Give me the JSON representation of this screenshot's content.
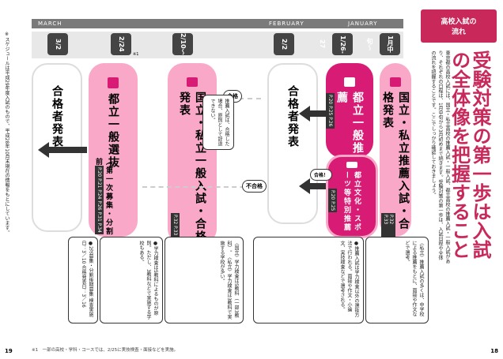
{
  "timeline": {
    "march": "MARCH",
    "february": "FEBRUARY",
    "january": "JANUARY"
  },
  "dates": [
    "3/2",
    "2/24",
    "2/10〜",
    "2/2",
    "1/26-27",
    "1月中旬〜"
  ],
  "date_note": "※1",
  "cards": {
    "pass1": "合格者発表",
    "toritsu_ippan": "都立一般選抜",
    "toritsu_ippan_sub": "（第一次募集・分割前期募集）",
    "shiritsu_ippan": "国立・私立一般入試・合格発表",
    "pass2": "合格者発表",
    "toritsu_suisen": "都立一般推薦",
    "toritsu_bunka": "都立文化・スポーツ等特別推薦",
    "shiritsu_suisen": "国立・私立推薦入試・合格発表"
  },
  "pages": {
    "p_ippan": "P.20 P.21 P.24 P.26 P.31 P.34",
    "p_shiritsu": "P.32 P.33",
    "p_suisen": "P.20 P.25 P.26",
    "p_bunka": "P.20 P.25",
    "p_shiritsu_suisen": "P.32 P.33"
  },
  "labels": {
    "pass": "合格",
    "fail": "不合格",
    "pass2": "合格！",
    "note": "推薦入試は、合格した場合、原則として辞退できない。"
  },
  "boxes": {
    "b1": "●2次募集・分割後期募集 検査実施日：3／10 合格発表日：3／16",
    "b2": "●学力検査は5教科によるものが原則。ただし、3教科などで実施する学校もある。",
    "b3": "〈国立〉学力検査は5教科（一部3教科）。〈私立〉学力検査は3教科で実施する学校が多い。",
    "b4": "●推薦入試は学力検査以外の選抜方法で行われる。面接や作文・小論文、実技検査などで選考される。",
    "b5": "〈私立〉推薦入試の多くは、中学校による推薦をもとに、面接や作文などで選考。"
  },
  "sidebar": {
    "tag1": "高校入試の",
    "tag2": "流れ",
    "headline": "受験対策の第一歩は入試の全体像を把握すること",
    "body": "東京都の高校入試には、国立・私立高校の推薦入試・一般入試、都立高校の推薦入試・一般入試があり、それぞれの日程は、1月中旬から3月初めまで続きます。受験対策の第一歩は、入試日程や全体の流れを把握することです。ここでしっかり確認しておきましょう。"
  },
  "left_note": "※スケジュールは平成29年度入試のもので、平成28年10月末現在の情報をもとにしています。",
  "footnote": "※1　一部の高校・学科・コースでは、2/25に実技検査・面接などを実施。",
  "page_left": "19",
  "page_right": "18"
}
